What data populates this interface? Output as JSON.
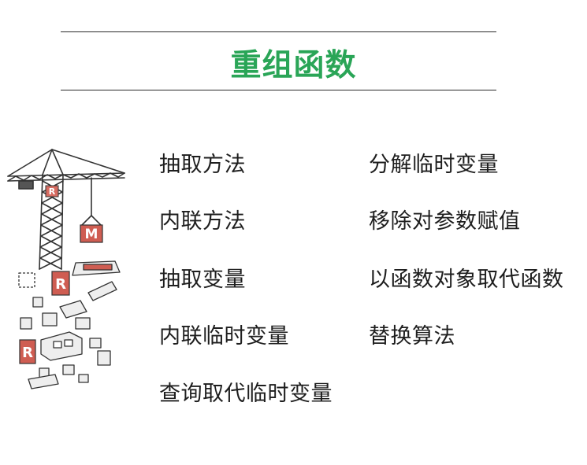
{
  "title": "重组函数",
  "colors": {
    "title": "#2aa557",
    "rule": "#2a2a2a",
    "text": "#1e1e1e",
    "accent_red": "#c9544a"
  },
  "illustration": {
    "icon": "tower-crane-building-blocks-icon",
    "letters": [
      "R",
      "M",
      "R",
      "R"
    ]
  },
  "left_column": [
    "抽取方法",
    "内联方法",
    "抽取变量",
    "内联临时变量",
    "查询取代临时变量"
  ],
  "right_column": [
    "分解临时变量",
    "移除对参数赋值",
    "以函数对象取代函数",
    "替换算法"
  ]
}
